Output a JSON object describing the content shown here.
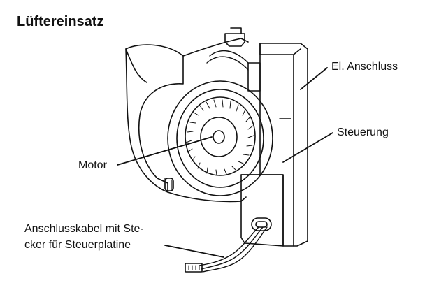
{
  "title": "Lüftereinsatz",
  "labels": {
    "el_anschluss": "El. Anschluss",
    "steuerung": "Steuerung",
    "motor": "Motor",
    "kabel_line1": "Anschlusskabel mit Ste-",
    "kabel_line2": "cker für Steuerplatine"
  },
  "colors": {
    "ink": "#111111",
    "background": "#ffffff"
  }
}
